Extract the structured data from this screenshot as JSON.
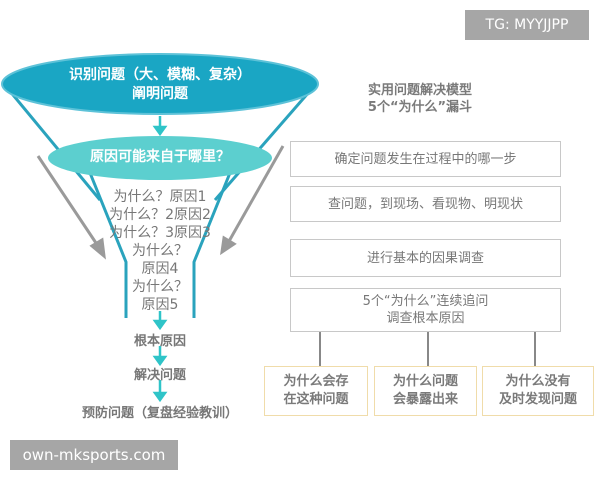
{
  "watermark_top": "TG: MYYJJPP",
  "watermark_bottom": "own-mksports.com",
  "colors": {
    "teal_dark": "#1aa6c4",
    "teal_light": "#5ccfcf",
    "funnel_line": "#2aa3bd",
    "arrow": "#2fc4c8",
    "grey_arrow": "#9a9a9a",
    "box_border": "#c8c8c8",
    "yellow_border": "#f0dcaa"
  },
  "funnel": {
    "top_ellipse": {
      "line1": "识别问题（大、模糊、复杂）",
      "line2": "阐明问题"
    },
    "second_ellipse": "原因可能来自于哪里？",
    "whys": [
      "为什么？原因1",
      "为什么？2原因2",
      "为什么？3原因3",
      "为什么？",
      "原因4",
      "为什么？",
      "原因5"
    ],
    "root_cause": "根本原因",
    "solve": "解决问题",
    "prevent": "预防问题（复盘经验教训）"
  },
  "model": {
    "title_line1": "实用问题解决模型",
    "title_line2": "5个“为什么”漏斗",
    "steps": [
      {
        "text": "确定问题发生在过程中的哪一步"
      },
      {
        "text": "查问题，到现场、看现物、明现状"
      },
      {
        "text": "进行基本的因果调查"
      },
      {
        "line1": "5个“为什么”连续追问",
        "line2": "调查根本原因"
      }
    ],
    "branches": [
      {
        "line1": "为什么会存",
        "line2": "在这种问题"
      },
      {
        "line1": "为什么问题",
        "line2": "会暴露出来"
      },
      {
        "line1": "为什么没有",
        "line2": "及时发现问题"
      }
    ]
  }
}
